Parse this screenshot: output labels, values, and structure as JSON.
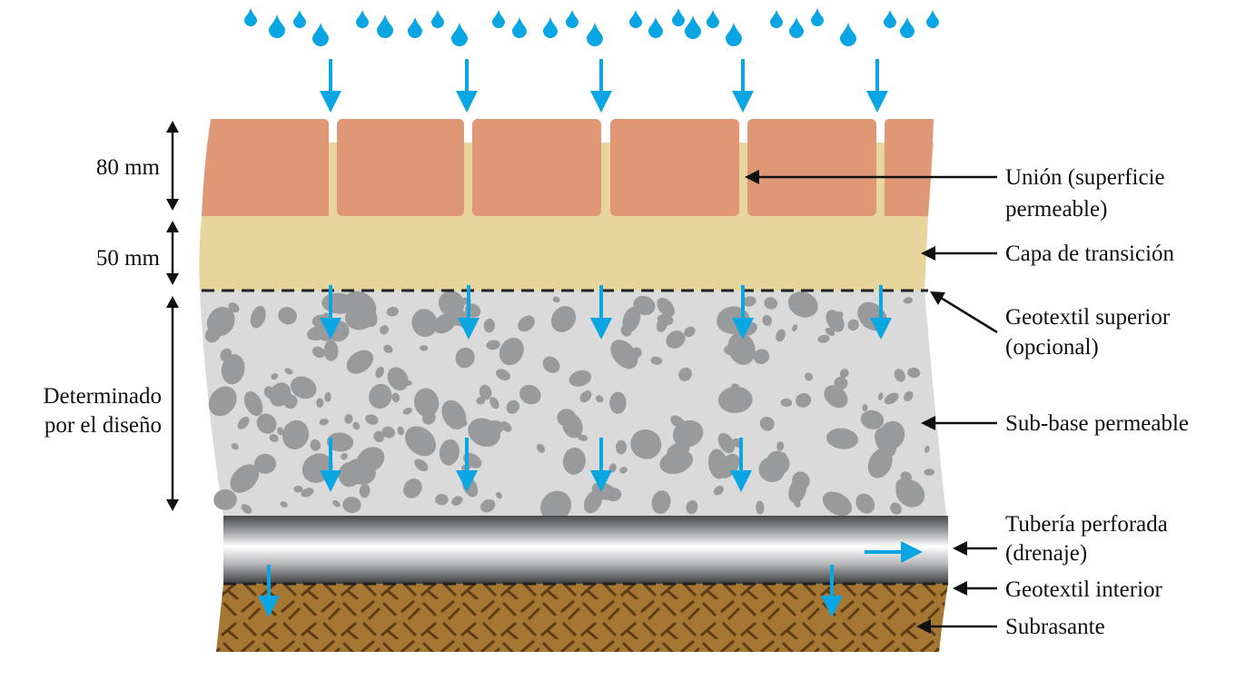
{
  "colors": {
    "rain": "#0aa5e3",
    "brick": "#df9775",
    "joint": "#e8d59d",
    "bedding": "#e8d59d",
    "subbase": "#d9dad9",
    "stone": "#999a9c",
    "pipe_edge": "#4a4b4d",
    "subgrade": "#a67732",
    "subgrade_hatch": "#5c3b16",
    "geotextile": "#222222",
    "leader": "#111111"
  },
  "dimensions": {
    "paver_thickness": "80 mm",
    "bedding_thickness": "50 mm",
    "subbase_line1": "Determinado",
    "subbase_line2": "por el diseño"
  },
  "labels": {
    "joint_line1": "Unión (superficie",
    "joint_line2": "permeable)",
    "bedding": "Capa de transición",
    "geotextile_top_line1": "Geotextil superior",
    "geotextile_top_line2": "(opcional)",
    "subbase": "Sub-base permeable",
    "pipe_line1": "Tubería perforada",
    "pipe_line2": "(drenaje)",
    "geotextile_bottom": "Geotextil interior",
    "subgrade": "Subrasante"
  }
}
